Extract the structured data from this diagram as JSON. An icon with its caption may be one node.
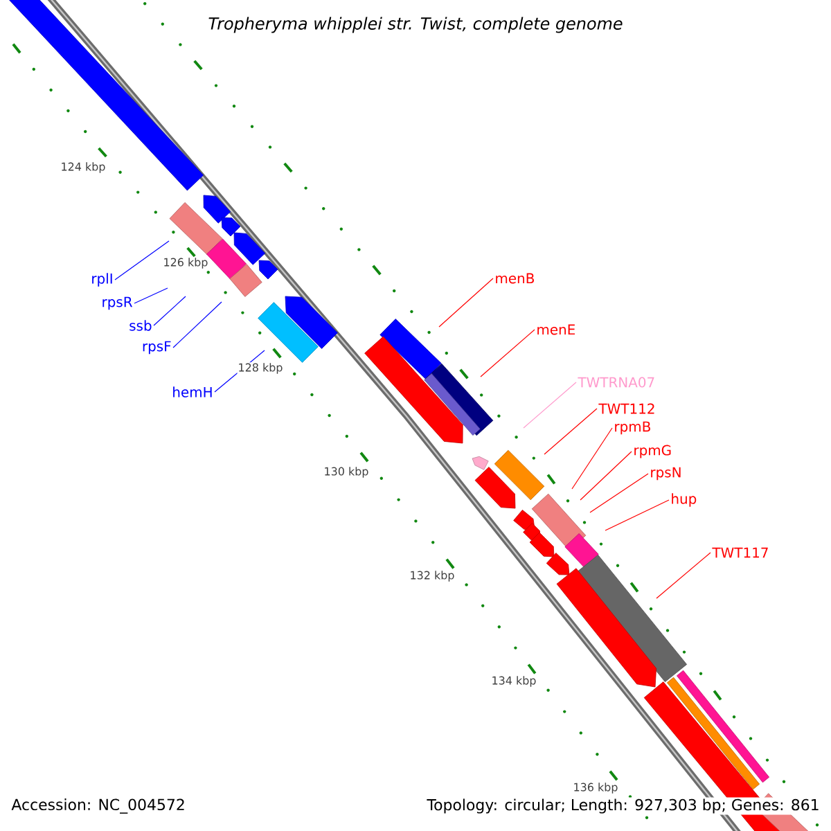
{
  "diagram": {
    "title": "Tropheryma whipplei str. Twist, complete genome",
    "nodes": [
      {
        "text": [
          "rplI"
        ]
      },
      {
        "text": [
          "rpsR"
        ]
      },
      {
        "text": [
          "ssb"
        ]
      },
      {
        "text": [
          "rpsF"
        ]
      },
      {
        "text": [
          "hemH"
        ]
      },
      {
        "text": [
          "menB"
        ]
      },
      {
        "text": [
          "menE"
        ]
      },
      {
        "text": [
          "TWTRNA07"
        ]
      },
      {
        "text": [
          "TWT112"
        ]
      },
      {
        "text": [
          "rpmB"
        ]
      },
      {
        "text": [
          "rpmG"
        ]
      },
      {
        "text": [
          "rpsN"
        ]
      },
      {
        "text": [
          "hup"
        ]
      },
      {
        "text": [
          "TWT117"
        ]
      }
    ],
    "edges": [
      {
        "from": 0,
        "to": null,
        "arrow": "none",
        "color": "#0000ff"
      },
      {
        "from": 1,
        "to": null,
        "arrow": "none",
        "color": "#0000ff"
      },
      {
        "from": 2,
        "to": null,
        "arrow": "none",
        "color": "#0000ff"
      },
      {
        "from": 3,
        "to": null,
        "arrow": "none",
        "color": "#0000ff"
      },
      {
        "from": 4,
        "to": null,
        "arrow": "none",
        "color": "#0000ff"
      },
      {
        "from": 5,
        "to": null,
        "arrow": "none"
      },
      {
        "from": 6,
        "to": null,
        "arrow": "none"
      },
      {
        "from": 7,
        "to": null,
        "arrow": "none",
        "color": "#ff99cc"
      },
      {
        "from": 8,
        "to": null,
        "arrow": "none"
      },
      {
        "from": 9,
        "to": null,
        "arrow": "none"
      },
      {
        "from": 10,
        "to": null,
        "arrow": "none"
      },
      {
        "from": 11,
        "to": null,
        "arrow": "none"
      },
      {
        "from": 12,
        "to": null,
        "arrow": "none"
      },
      {
        "from": 13,
        "to": null,
        "arrow": "none"
      }
    ],
    "labels": [
      "124 kbp",
      "126 kbp",
      "128 kbp",
      "130 kbp",
      "132 kbp",
      "134 kbp",
      "136 kbp",
      "Accession: NC_004572",
      "Topology: circular; Length: 927,303 bp; Genes: 861"
    ]
  }
}
